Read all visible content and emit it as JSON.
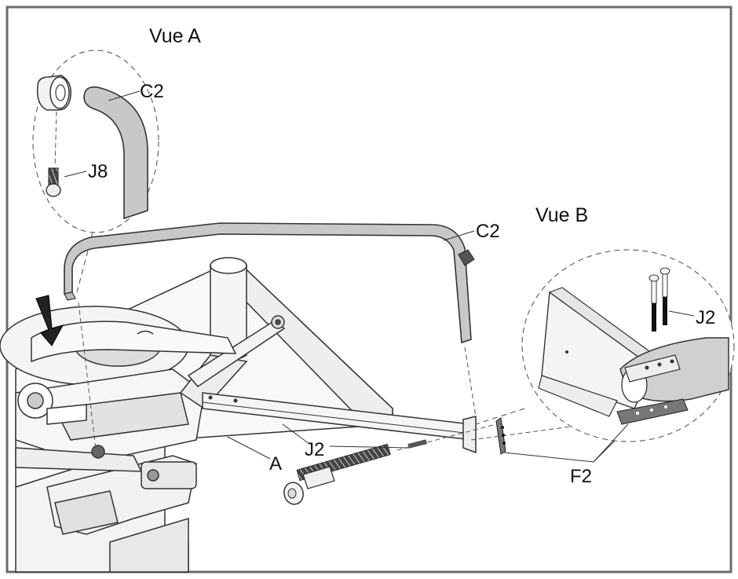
{
  "views": {
    "a_title": "Vue A",
    "b_title": "Vue B"
  },
  "labels": {
    "c2_view_a": "C2",
    "j8": "J8",
    "c2_main": "C2",
    "j2_view_b": "J2",
    "j2_main": "J2",
    "a": "A",
    "f2": "F2"
  },
  "colors": {
    "frame": "#6b6b6b",
    "line": "#333333",
    "tube_fill": "#c8c8c8",
    "part_fill": "#e6e6e6",
    "dark": "#2a2a2a"
  }
}
